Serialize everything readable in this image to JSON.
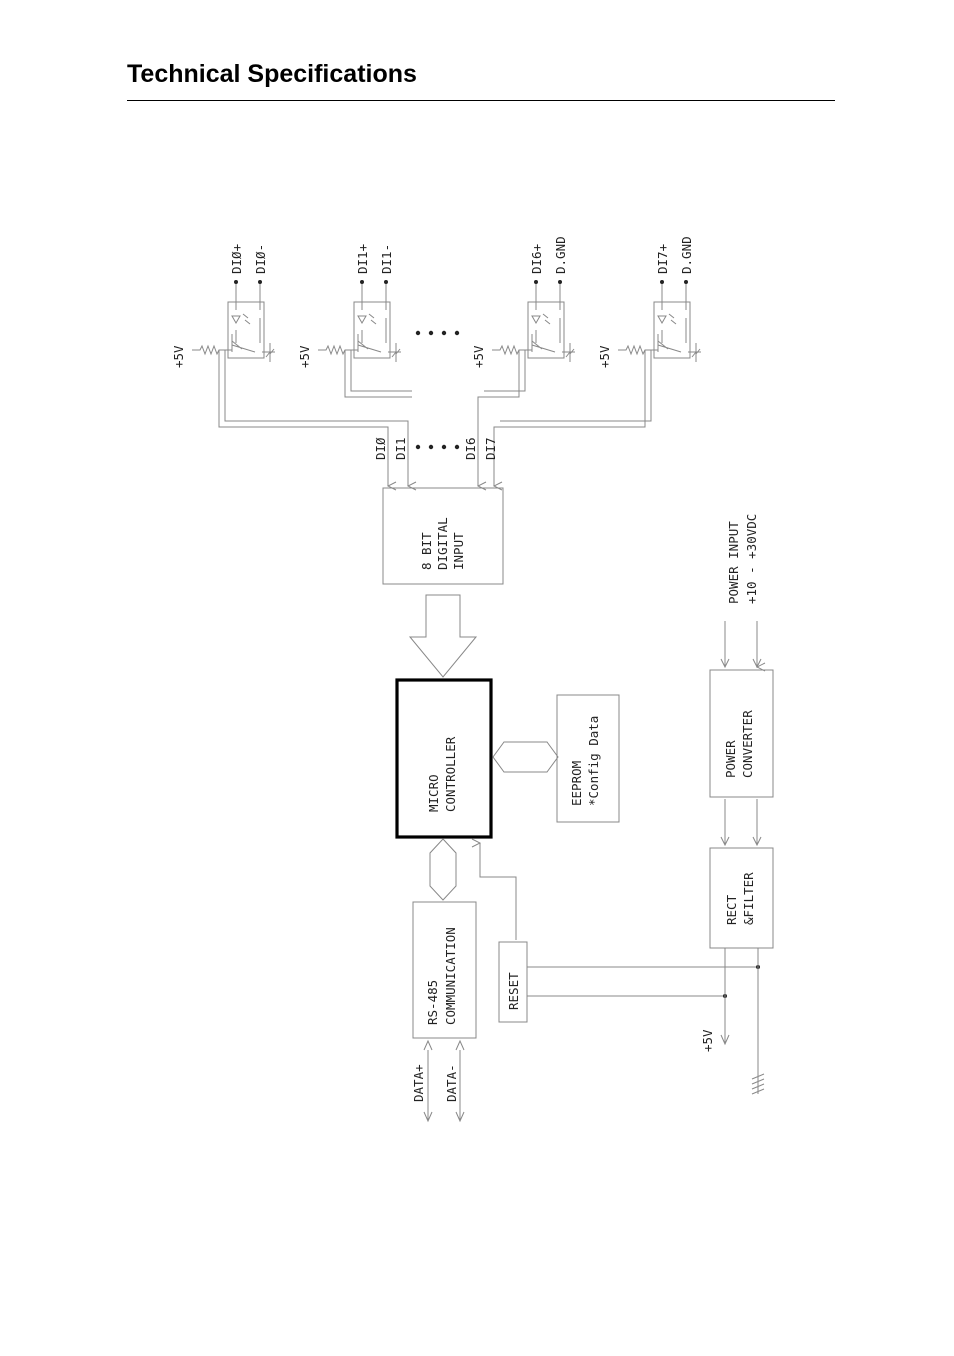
{
  "page": {
    "title": "Technical Specifications"
  },
  "diagram": {
    "blocks": {
      "digital_input": [
        "8 BIT",
        "DIGITAL",
        "INPUT"
      ],
      "micro_controller": [
        "MICRO",
        "CONTROLLER"
      ],
      "eeprom": [
        "EEPROM",
        "*Config  Data"
      ],
      "rs485": [
        "RS-485",
        "COMMUNICATION"
      ],
      "reset": "RESET",
      "power_converter": [
        "POWER",
        "CONVERTER"
      ],
      "rect_filter": [
        "RECT",
        "&FILTER"
      ]
    },
    "channels": [
      {
        "plus": "DIØ+",
        "minus": "DIØ-",
        "supply": "+5V",
        "bus": "DIØ"
      },
      {
        "plus": "DI1+",
        "minus": "DI1-",
        "supply": "+5V",
        "bus": "DI1"
      },
      {
        "plus": "DI6+",
        "minus": "D.GND",
        "supply": "+5V",
        "bus": "DI6"
      },
      {
        "plus": "DI7+",
        "minus": "D.GND",
        "supply": "+5V",
        "bus": "DI7"
      }
    ],
    "power_input": [
      "POWER  INPUT",
      "+10  -  +30VDC"
    ],
    "supply_out": "+5V",
    "data_lines": [
      "DATA+",
      "DATA-"
    ]
  }
}
